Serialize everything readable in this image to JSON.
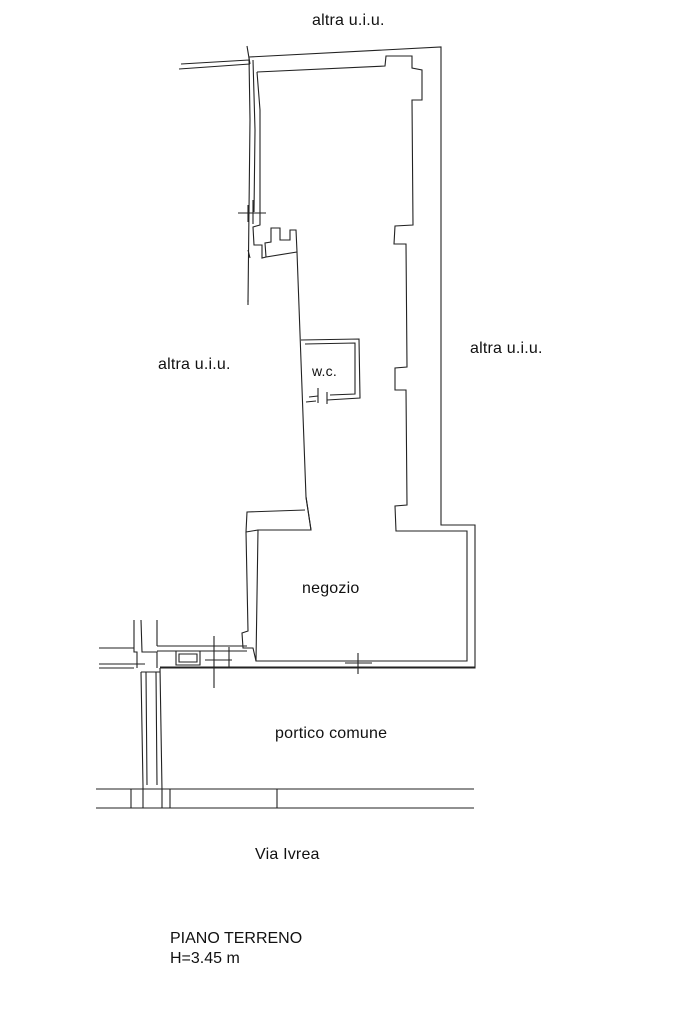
{
  "labels": {
    "neighbor_top": "altra u.i.u.",
    "neighbor_left": "altra u.i.u.",
    "neighbor_right": "altra u.i.u.",
    "wc": "w.c.",
    "shop": "negozio",
    "portico": "portico comune",
    "street": "Via Ivrea"
  },
  "caption": {
    "floor": "PIANO TERRENO",
    "height": "H=3.45 m"
  },
  "colors": {
    "line": "#222222",
    "background": "#ffffff"
  }
}
